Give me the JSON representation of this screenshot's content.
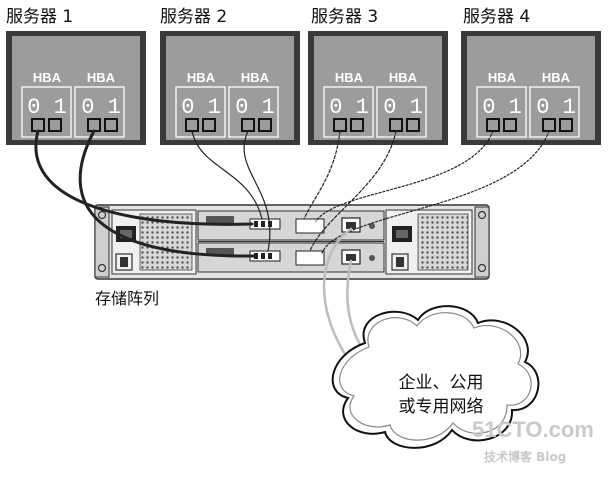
{
  "servers": [
    {
      "label": "服务器 1",
      "hba": "HBA",
      "ports": "0 1"
    },
    {
      "label": "服务器 2",
      "hba": "HBA",
      "ports": "0 1"
    },
    {
      "label": "服务器 3",
      "hba": "HBA",
      "ports": "0 1"
    },
    {
      "label": "服务器 4",
      "hba": "HBA",
      "ports": "0 1"
    }
  ],
  "storage_array": {
    "label": "存储阵列"
  },
  "network": {
    "line1": "企业、公用",
    "line2": "或专用网络"
  },
  "watermark": {
    "line1": "51CTO.com",
    "line2": "技术博客  Blog"
  },
  "colors": {
    "server_fill": "#9c9c9c",
    "bezel": "#3a3a3a",
    "cable": "#222222",
    "network_cable": "#bbbbbb"
  }
}
